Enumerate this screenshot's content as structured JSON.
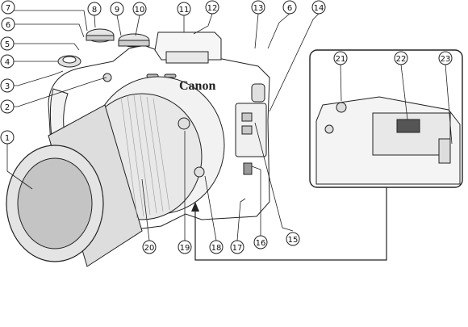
{
  "brand_label": "Canon",
  "callouts": [
    {
      "id": "c1",
      "label": "1"
    },
    {
      "id": "c2",
      "label": "2"
    },
    {
      "id": "c3",
      "label": "3"
    },
    {
      "id": "c4",
      "label": "4"
    },
    {
      "id": "c5",
      "label": "5"
    },
    {
      "id": "c6a",
      "label": "6"
    },
    {
      "id": "c6b",
      "label": "6"
    },
    {
      "id": "c7",
      "label": "7"
    },
    {
      "id": "c8",
      "label": "8"
    },
    {
      "id": "c9",
      "label": "9"
    },
    {
      "id": "c10",
      "label": "10"
    },
    {
      "id": "c11",
      "label": "11"
    },
    {
      "id": "c12",
      "label": "12"
    },
    {
      "id": "c13",
      "label": "13"
    },
    {
      "id": "c14",
      "label": "14"
    },
    {
      "id": "c15",
      "label": "15"
    },
    {
      "id": "c16",
      "label": "16"
    },
    {
      "id": "c17",
      "label": "17"
    },
    {
      "id": "c18",
      "label": "18"
    },
    {
      "id": "c19",
      "label": "19"
    },
    {
      "id": "c20",
      "label": "20"
    },
    {
      "id": "c21",
      "label": "21"
    },
    {
      "id": "c22",
      "label": "22"
    },
    {
      "id": "c23",
      "label": "23"
    }
  ]
}
